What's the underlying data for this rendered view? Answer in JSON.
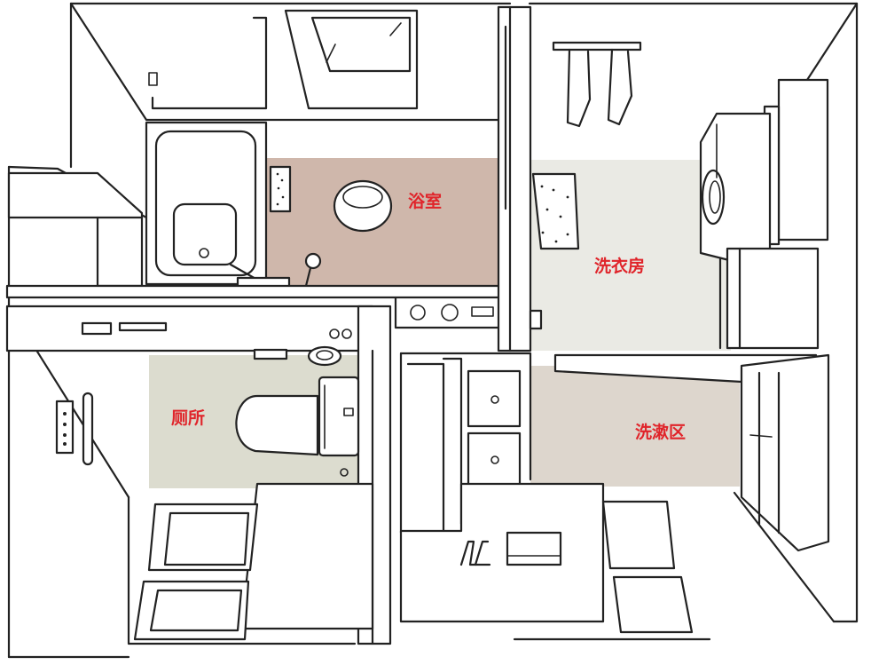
{
  "rooms": [
    {
      "key": "bathroom",
      "label": "浴室"
    },
    {
      "key": "laundry",
      "label": "洗衣房"
    },
    {
      "key": "toilet",
      "label": "厕所"
    },
    {
      "key": "washroom",
      "label": "洗漱区"
    }
  ],
  "colors": {
    "label": "#e0242a",
    "bathroom_floor": "#cfb7ab",
    "laundry_floor": "#eaeae4",
    "toilet_floor": "#dcdccf",
    "washroom_floor": "#ddd6cd",
    "line": "#222222",
    "background": "#ffffff"
  }
}
